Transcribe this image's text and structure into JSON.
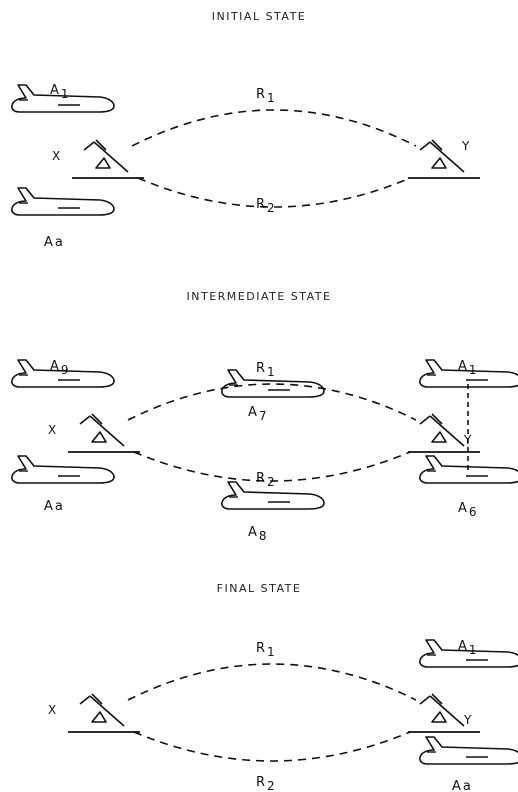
{
  "states": [
    {
      "title": "INITIAL STATE",
      "routes": [
        "R1",
        "R2"
      ],
      "origin_label": "X",
      "destination_label": "Y",
      "aircraft": [
        {
          "label": "A1",
          "location": "X"
        },
        {
          "label": "Aa",
          "location": "X"
        }
      ]
    },
    {
      "title": "INTERMEDIATE STATE",
      "routes": [
        "R1",
        "R2"
      ],
      "origin_label": "X",
      "destination_label": "Y",
      "aircraft": [
        {
          "label": "A9",
          "location": "X"
        },
        {
          "label": "Aa",
          "location": "X"
        },
        {
          "label": "A7",
          "location": "R1"
        },
        {
          "label": "A8",
          "location": "R2"
        },
        {
          "label": "A1",
          "location": "Y"
        },
        {
          "label": "A6",
          "location": "Y"
        }
      ]
    },
    {
      "title": "FINAL STATE",
      "routes": [
        "R1",
        "R2"
      ],
      "origin_label": "X",
      "destination_label": "Y",
      "aircraft": [
        {
          "label": "A1",
          "location": "Y"
        },
        {
          "label": "Aa",
          "location": "Y"
        }
      ]
    }
  ]
}
